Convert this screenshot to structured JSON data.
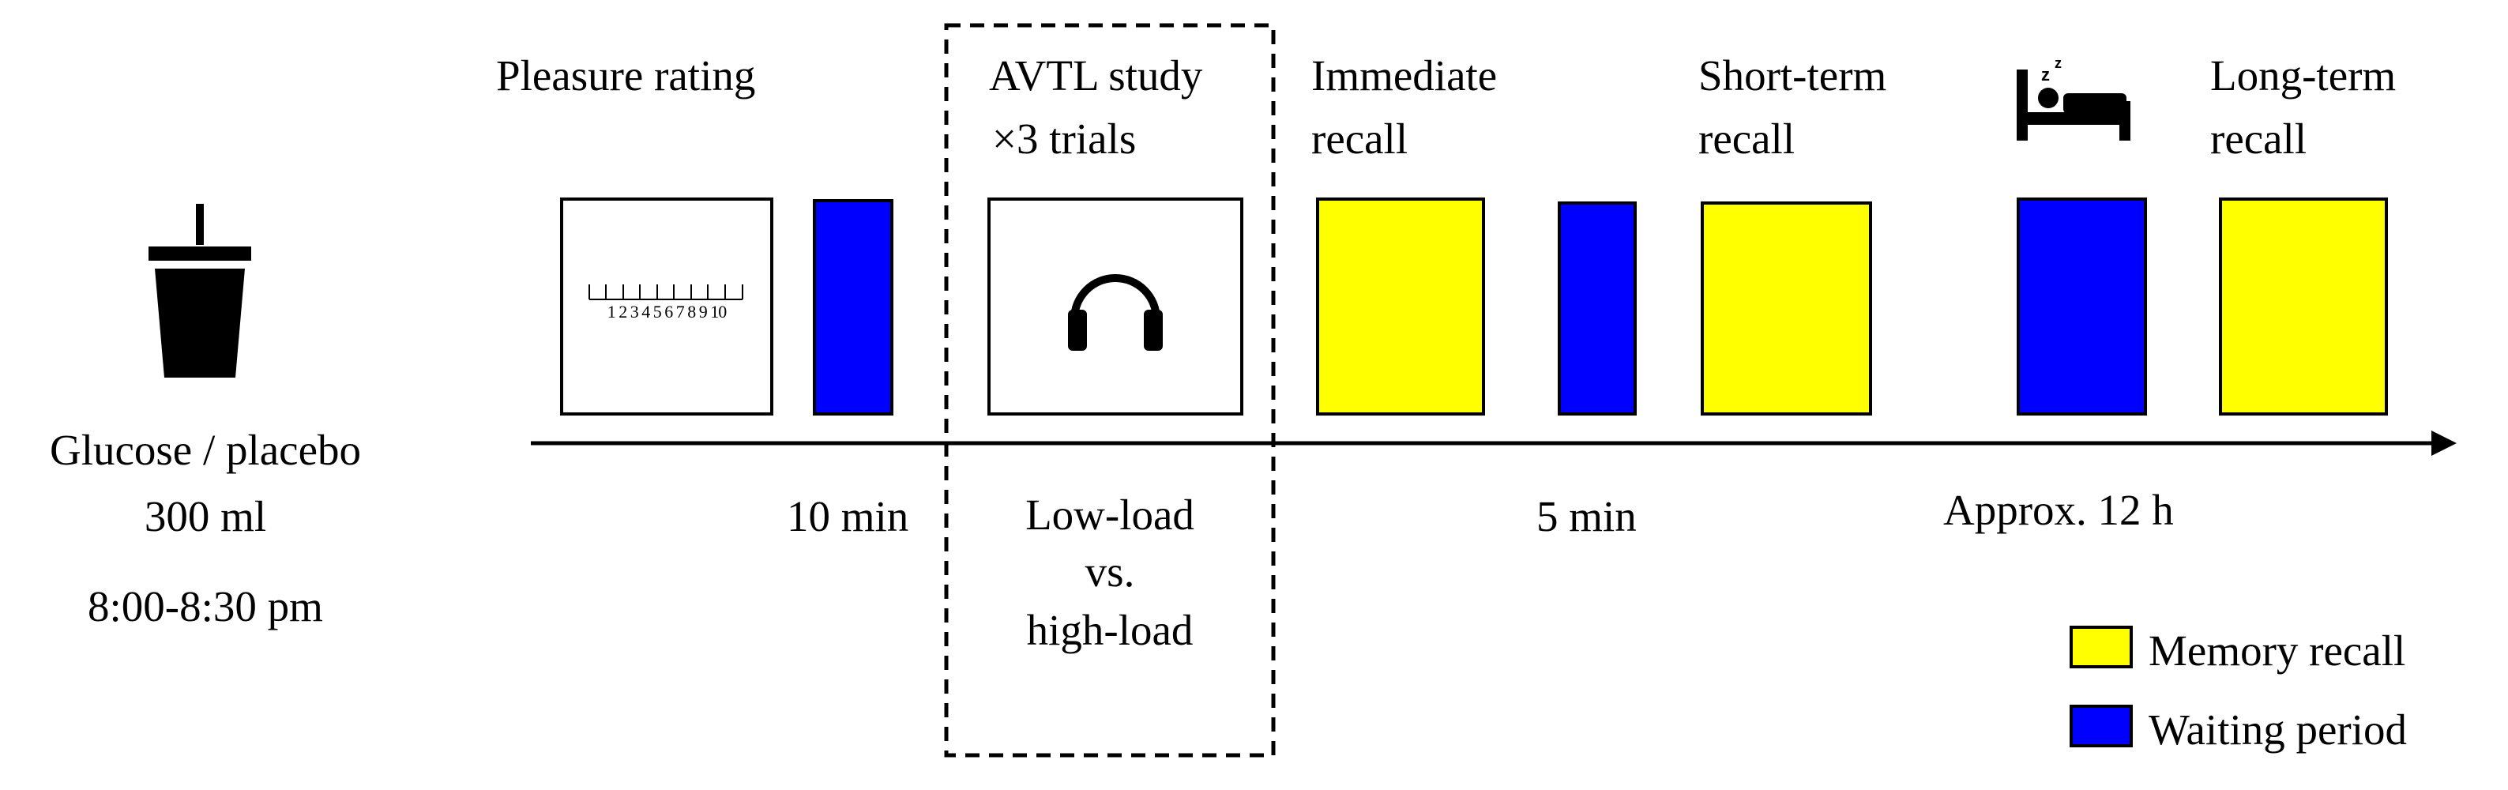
{
  "intake": {
    "label": "Glucose / placebo",
    "volume": "300 ml",
    "time": "8:00-8:30 pm",
    "icon": "cup-icon"
  },
  "stages": {
    "pleasure_rating": "Pleasure rating",
    "avtl_line1": "AVTL study",
    "avtl_line2": "×3 trials",
    "immediate_line1": "Immediate",
    "immediate_line2": "recall",
    "short_line1": "Short-term",
    "short_line2": "recall",
    "long_line1": "Long-term",
    "long_line2": "recall"
  },
  "scale": {
    "numbers": "1 2 3 4 5 6 7 8 9 10"
  },
  "intervals": {
    "first": "10 min",
    "second": "5 min",
    "third": "Approx. 12 h"
  },
  "load": {
    "line1": "Low-load",
    "line2": "vs.",
    "line3": "high-load"
  },
  "icons": {
    "headphones": "headphones-icon",
    "sleep": "bed-sleep-icon"
  },
  "legend": {
    "memory_recall": "Memory recall",
    "waiting_period": "Waiting period"
  },
  "colors": {
    "memory_recall": "#ffff00",
    "waiting_period": "#0000ff"
  }
}
